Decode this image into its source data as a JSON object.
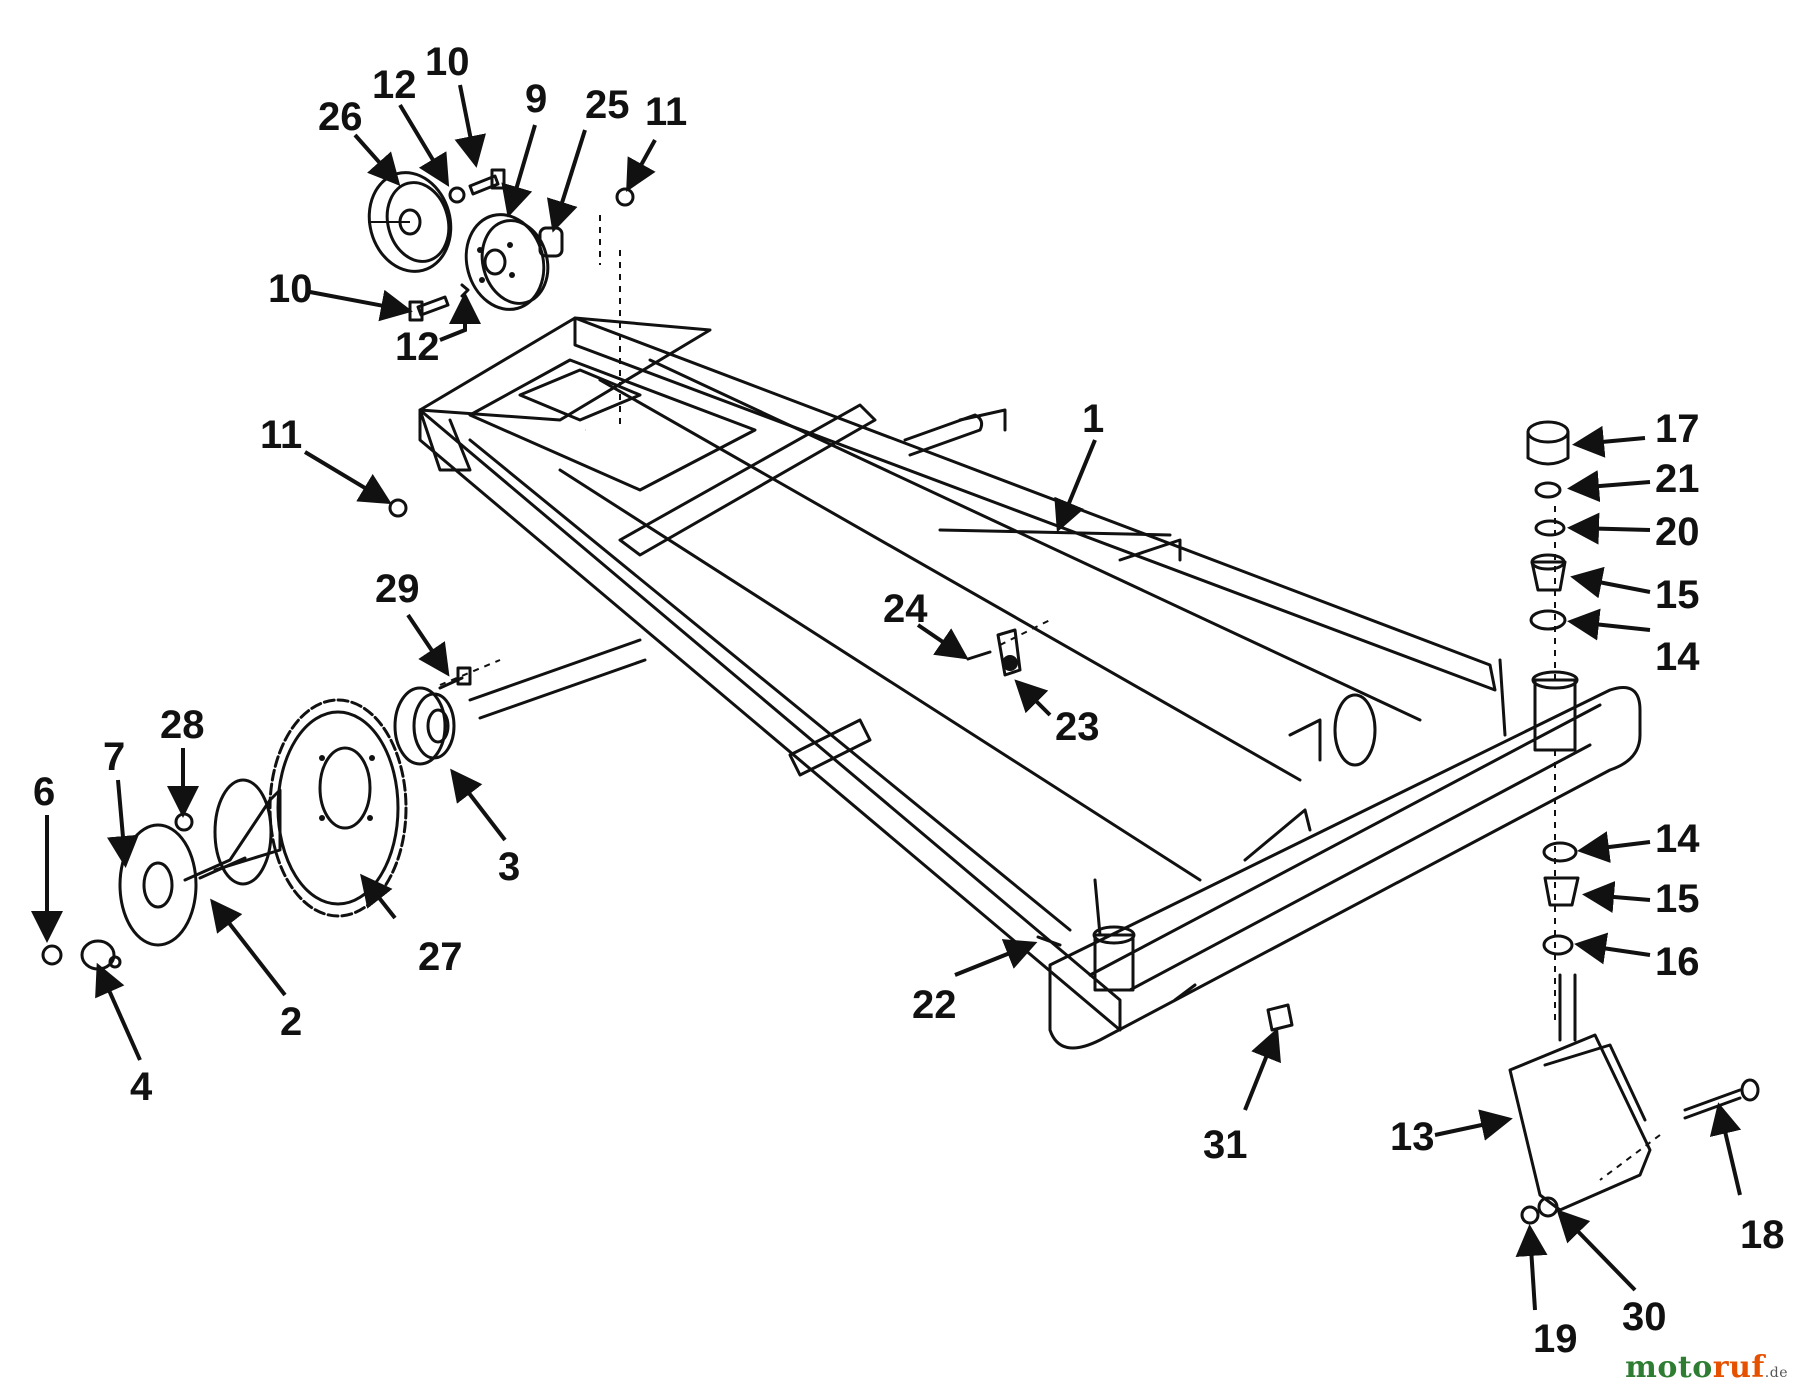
{
  "callouts": [
    {
      "id": "1",
      "label": "1"
    },
    {
      "id": "2",
      "label": "2"
    },
    {
      "id": "3",
      "label": "3"
    },
    {
      "id": "4",
      "label": "4"
    },
    {
      "id": "6",
      "label": "6"
    },
    {
      "id": "7",
      "label": "7"
    },
    {
      "id": "9",
      "label": "9"
    },
    {
      "id": "10a",
      "label": "10"
    },
    {
      "id": "10b",
      "label": "10"
    },
    {
      "id": "11a",
      "label": "11"
    },
    {
      "id": "11b",
      "label": "11"
    },
    {
      "id": "12a",
      "label": "12"
    },
    {
      "id": "12b",
      "label": "12"
    },
    {
      "id": "13",
      "label": "13"
    },
    {
      "id": "14a",
      "label": "14"
    },
    {
      "id": "14b",
      "label": "14"
    },
    {
      "id": "15a",
      "label": "15"
    },
    {
      "id": "15b",
      "label": "15"
    },
    {
      "id": "16",
      "label": "16"
    },
    {
      "id": "17",
      "label": "17"
    },
    {
      "id": "18",
      "label": "18"
    },
    {
      "id": "19",
      "label": "19"
    },
    {
      "id": "20",
      "label": "20"
    },
    {
      "id": "21",
      "label": "21"
    },
    {
      "id": "22",
      "label": "22"
    },
    {
      "id": "23",
      "label": "23"
    },
    {
      "id": "24",
      "label": "24"
    },
    {
      "id": "25",
      "label": "25"
    },
    {
      "id": "26",
      "label": "26"
    },
    {
      "id": "27",
      "label": "27"
    },
    {
      "id": "28",
      "label": "28"
    },
    {
      "id": "29",
      "label": "29"
    },
    {
      "id": "30",
      "label": "30"
    },
    {
      "id": "31",
      "label": "31"
    }
  ],
  "watermark": {
    "brand_head": "moto",
    "brand_tail": "ruf",
    "suffix": ".de",
    "color_head": "#2e7d32",
    "color_tail": "#e65100"
  }
}
